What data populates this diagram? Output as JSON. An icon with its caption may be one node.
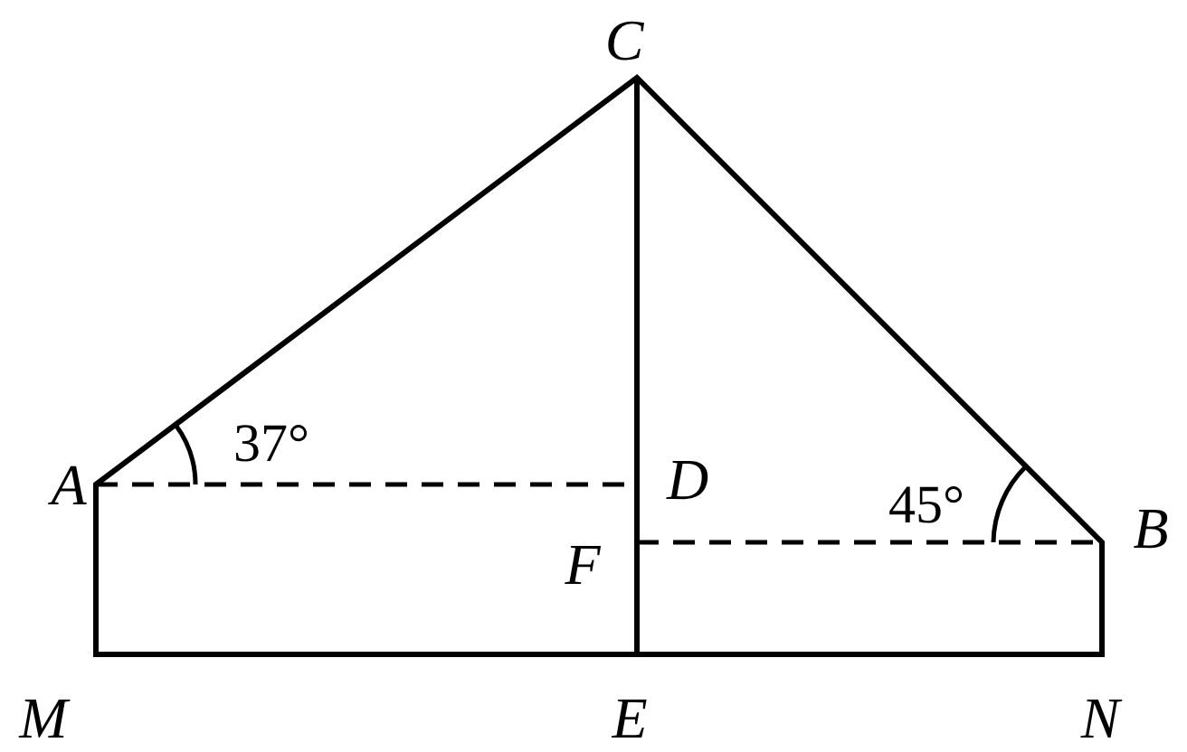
{
  "diagram": {
    "labels": [
      "C",
      "37°",
      "A",
      "D",
      "45°",
      "B",
      "F",
      "M",
      "E",
      "N"
    ]
  }
}
